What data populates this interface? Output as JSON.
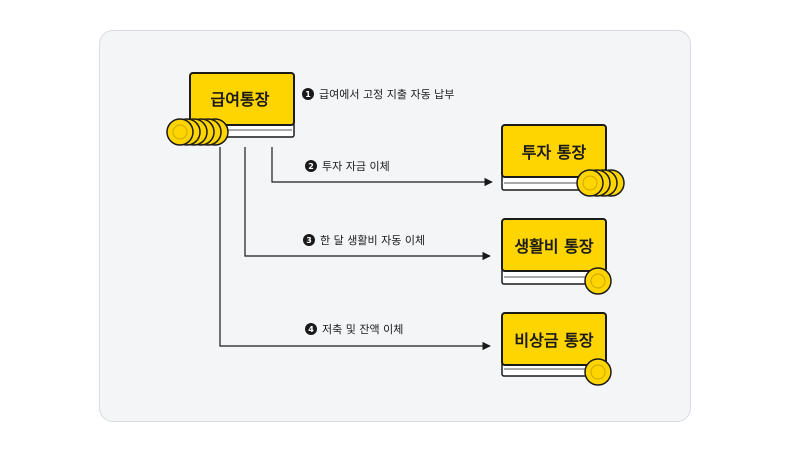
{
  "diagram": {
    "source_account": {
      "label": "급여통장"
    },
    "accounts": [
      {
        "id": "investment",
        "label": "투자 통장"
      },
      {
        "id": "living",
        "label": "생활비 통장"
      },
      {
        "id": "emergency",
        "label": "비상금 통장"
      }
    ],
    "steps": [
      {
        "num": "1",
        "text": "급여에서 고정 지출 자동 납부"
      },
      {
        "num": "2",
        "text": "투자 자금 이체"
      },
      {
        "num": "3",
        "text": "한 달 생활비 자동 이체"
      },
      {
        "num": "4",
        "text": "저축 및 잔액 이체"
      }
    ],
    "colors": {
      "book": "#ffd500",
      "coin": "#ffd500",
      "line": "#1a1a1a",
      "card": "#f4f5f7"
    }
  }
}
